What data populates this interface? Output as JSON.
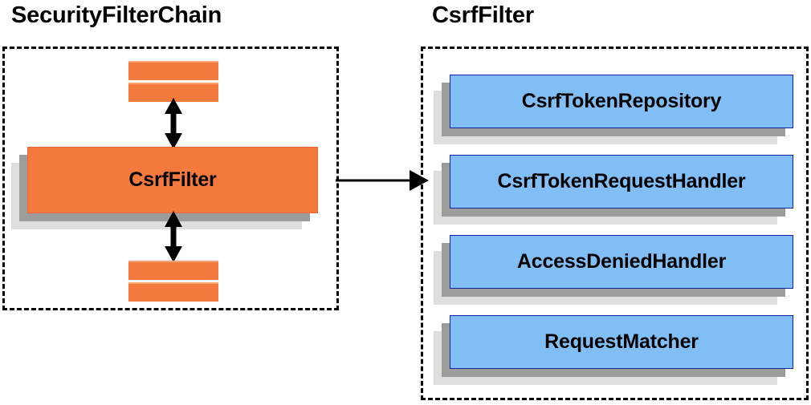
{
  "diagram": {
    "type": "component-collaboration-diagram",
    "colors": {
      "orange_fill": "#f4793d",
      "orange_border": "#e8673a",
      "orange_highlight": "#fba273",
      "blue_fill": "#82bef6",
      "blue_border": "#11229c",
      "shadow_mid": "#9c9c9b",
      "shadow_light": "#dededd",
      "outline": "#000000",
      "background": "#ffffff"
    }
  },
  "left_panel": {
    "title": "SecurityFilterChain",
    "main_node": {
      "label": "CsrfFilter"
    },
    "stubs_above": [
      {
        "label": ""
      },
      {
        "label": ""
      }
    ],
    "stubs_below": [
      {
        "label": ""
      },
      {
        "label": ""
      }
    ],
    "arrow_above": {
      "name": "double-headed-vertical-arrow"
    },
    "arrow_below": {
      "name": "double-headed-vertical-arrow"
    }
  },
  "connector": {
    "name": "association-arrow",
    "direction": "left-to-right",
    "from": "CsrfFilter",
    "to": "CsrfFilter detail panel"
  },
  "right_panel": {
    "title": "CsrfFilter",
    "nodes": [
      {
        "label": "CsrfTokenRepository"
      },
      {
        "label": "CsrfTokenRequestHandler"
      },
      {
        "label": "AccessDeniedHandler"
      },
      {
        "label": "RequestMatcher"
      }
    ]
  }
}
